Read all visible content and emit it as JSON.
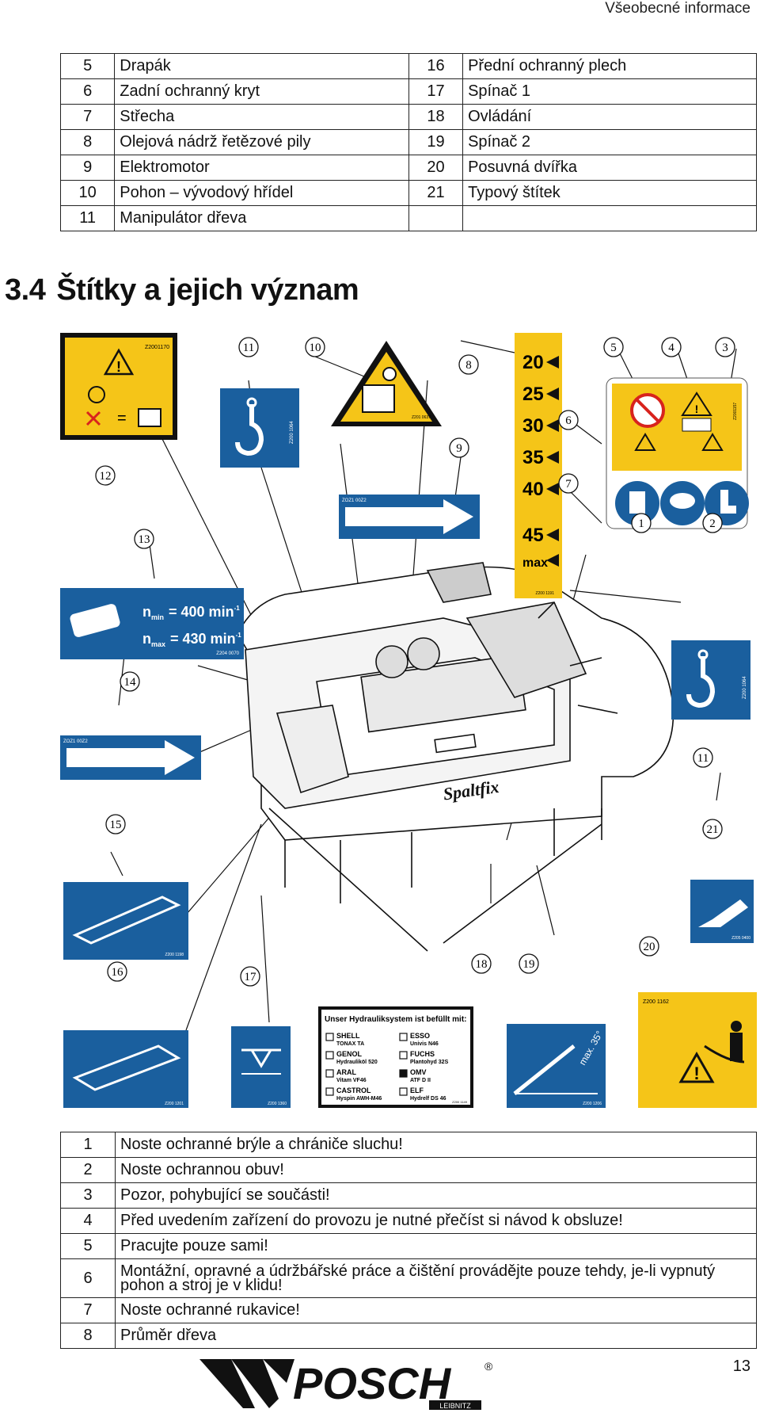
{
  "header": {
    "section": "Všeobecné informace"
  },
  "parts_table": {
    "rows": [
      {
        "n1": "5",
        "t1": "Drapák",
        "n2": "16",
        "t2": "Přední ochranný plech"
      },
      {
        "n1": "6",
        "t1": "Zadní ochranný kryt",
        "n2": "17",
        "t2": "Spínač 1"
      },
      {
        "n1": "7",
        "t1": "Střecha",
        "n2": "18",
        "t2": "Ovládání"
      },
      {
        "n1": "8",
        "t1": "Olejová nádrž řetězové pily",
        "n2": "19",
        "t2": "Spínač 2"
      },
      {
        "n1": "9",
        "t1": "Elektromotor",
        "n2": "20",
        "t2": "Posuvná dvířka"
      },
      {
        "n1": "10",
        "t1": "Pohon – vývodový hřídel",
        "n2": "21",
        "t2": "Typový štítek"
      },
      {
        "n1": "11",
        "t1": "Manipulátor dřeva",
        "n2": "",
        "t2": ""
      }
    ]
  },
  "section": {
    "number": "3.4",
    "title": "Štítky a jejich význam"
  },
  "figure": {
    "callouts": [
      "1",
      "2",
      "3",
      "4",
      "5",
      "6",
      "7",
      "8",
      "9",
      "10",
      "11",
      "12",
      "13",
      "14",
      "15",
      "16",
      "17",
      "18",
      "19",
      "20",
      "21"
    ],
    "label_codes": {
      "c12": "Z2001170",
      "c11a": "Z200 1064",
      "c10": "Z201 0637",
      "c9": "ZOZ1 00Z2",
      "c8": "Z200 1191",
      "c3": "Z2001157",
      "c13": "Z204 0070",
      "c11b": "Z200 1064",
      "c14": "ZOZ1 00Z2",
      "c21": "Z205 0400",
      "c15": "Z200 1198",
      "c16": "Z200 1201",
      "c17": "Z200 1360",
      "c18": "Z200 1149",
      "c19": "Z200 1206",
      "c20": "Z200 1162"
    },
    "diameter_scale": [
      "20",
      "25",
      "30",
      "35",
      "40",
      "45",
      "max"
    ],
    "rpm": {
      "min_label": "n",
      "min_sub": "min",
      "min_value": "= 400 min",
      "max_label": "n",
      "max_sub": "max",
      "max_value": "= 430 min",
      "exp": "-1"
    },
    "hydraulic": {
      "heading": "Unser Hydrauliksystem ist befüllt mit:",
      "left": [
        {
          "brand": "SHELL",
          "oil": "TONAX TA",
          "checked": false
        },
        {
          "brand": "GENOL",
          "oil": "Hydrauliköl 520",
          "checked": false
        },
        {
          "brand": "ARAL",
          "oil": "Vitam VF46",
          "checked": false
        },
        {
          "brand": "CASTROL",
          "oil": "Hyspin AWH-M46",
          "checked": false
        }
      ],
      "right": [
        {
          "brand": "ESSO",
          "oil": "Univis N46",
          "checked": false
        },
        {
          "brand": "FUCHS",
          "oil": "Plantohyd 32S",
          "checked": false
        },
        {
          "brand": "OMV",
          "oil": "ATF D II",
          "checked": true
        },
        {
          "brand": "ELF",
          "oil": "Hydrelf DS 46",
          "checked": false
        }
      ]
    },
    "slope": "max. 35°",
    "machine_brand": "Spaltfix",
    "colors": {
      "blue": "#1a5f9e",
      "yellow": "#f5c518",
      "black": "#111111",
      "red": "#d8231d"
    }
  },
  "legend_table": {
    "rows": [
      {
        "n": "1",
        "t": "Noste ochranné brýle a chrániče sluchu!"
      },
      {
        "n": "2",
        "t": "Noste ochrannou obuv!"
      },
      {
        "n": "3",
        "t": "Pozor, pohybující se součásti!"
      },
      {
        "n": "4",
        "t": "Před uvedením zařízení do provozu je nutné přečíst si návod k obsluze!"
      },
      {
        "n": "5",
        "t": "Pracujte pouze sami!"
      },
      {
        "n": "6",
        "t": "Montážní, opravné a údržbářské práce a čištění provádějte pouze tehdy, je-li vypnutý pohon a stroj je v klidu!"
      },
      {
        "n": "7",
        "t": "Noste ochranné rukavice!"
      },
      {
        "n": "8",
        "t": "Průměr dřeva"
      }
    ]
  },
  "footer": {
    "page": "13",
    "logo_text": "POSCH",
    "logo_sub": "LEIBNITZ"
  }
}
